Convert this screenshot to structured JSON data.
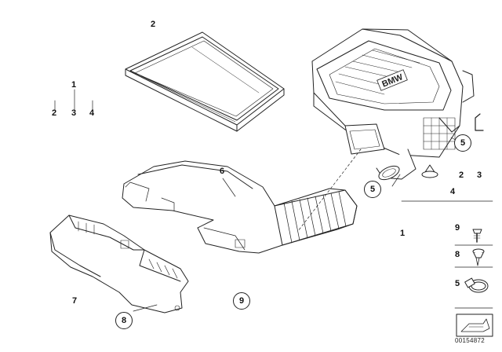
{
  "labels": {
    "air_filter": "2",
    "kit_1": "1",
    "kit_2": "2",
    "kit_3": "3",
    "kit_4": "4",
    "duct": "6",
    "lower_duct": "7",
    "callout_5a": "5",
    "callout_5b": "5",
    "callout_9": "9",
    "callout_8": "8",
    "right_2": "2",
    "right_3": "3",
    "right_4": "4",
    "right_1": "1",
    "legend_9": "9",
    "legend_8": "8",
    "legend_5": "5"
  },
  "housing_logo": "BMW",
  "doc_number": "00154872"
}
